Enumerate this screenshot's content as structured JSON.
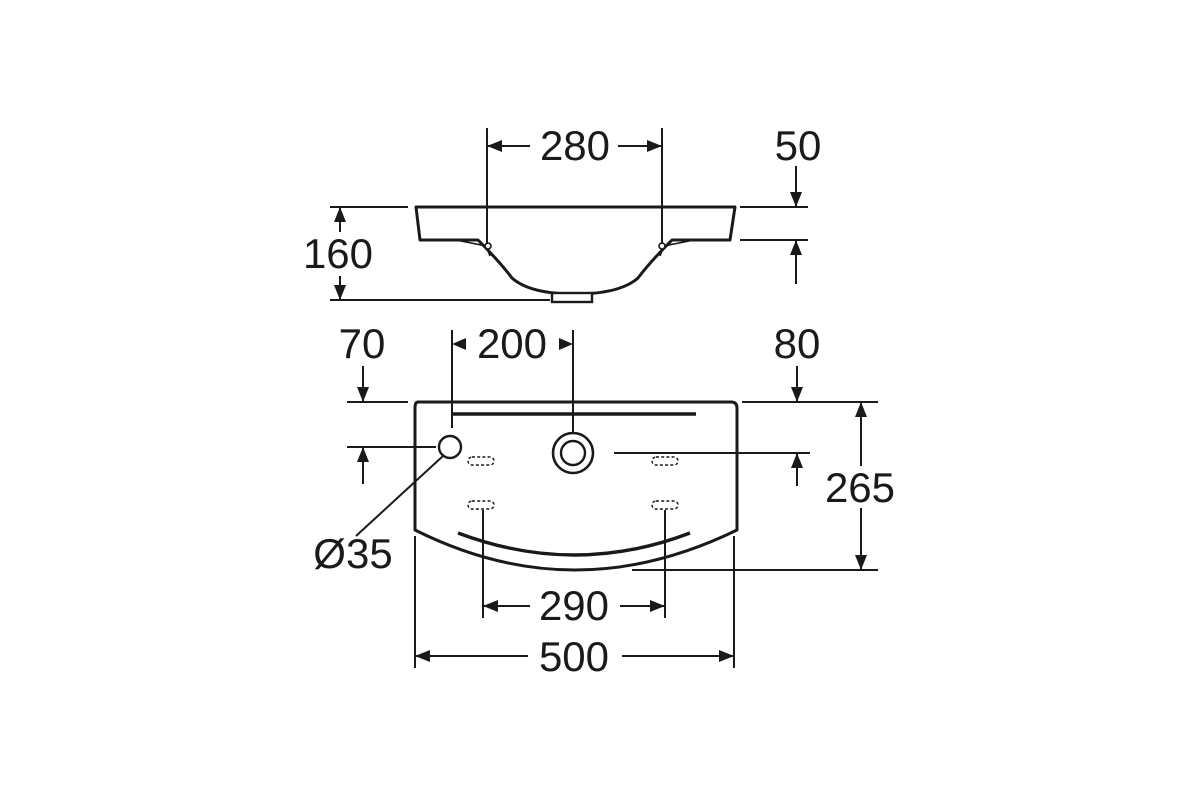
{
  "diagram": {
    "line_color": "#1a1a1a",
    "background": "#ffffff",
    "dimensions": {
      "side_top_width": "280",
      "side_rim_thickness": "50",
      "side_height": "160",
      "top_left_hole_offset": "70",
      "top_hole_spacing": "200",
      "top_tap_offset": "80",
      "top_depth": "265",
      "hole_diameter": "Ø35",
      "bracket_spacing": "290",
      "overall_width": "500"
    }
  }
}
